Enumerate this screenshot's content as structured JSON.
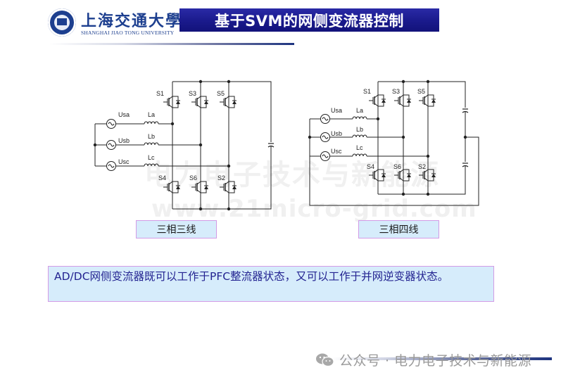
{
  "header": {
    "university_name_cn": "上海交通大學",
    "university_name_en": "SHANGHAI JIAO TONG UNIVERSITY",
    "title": "基于SVM的网侧变流器控制",
    "banner_color": "#1a1a8c"
  },
  "circuits": [
    {
      "id": "three-phase-three-wire",
      "caption": "三相三线",
      "sources": [
        "Usa",
        "Usb",
        "Usc"
      ],
      "inductors": [
        "La",
        "Lb",
        "Lc"
      ],
      "upper_switches": [
        "S1",
        "S3",
        "S5"
      ],
      "lower_switches": [
        "S4",
        "S6",
        "S2"
      ]
    },
    {
      "id": "three-phase-four-wire",
      "caption": "三相四线",
      "sources": [
        "Usa",
        "Usb",
        "Usc"
      ],
      "inductors": [
        "La",
        "Lb",
        "Lc"
      ],
      "upper_switches": [
        "S1",
        "S3",
        "S5"
      ],
      "lower_switches": [
        "S4",
        "S6",
        "S2"
      ]
    }
  ],
  "watermark": {
    "text_cn": "电力电子技术与新能源",
    "text_url": "www.21micro-grid.com"
  },
  "note": {
    "text": "AD/DC网侧变流器既可以工作于PFC整流器状态，又可以工作于并网逆变器状态。"
  },
  "footer": {
    "icon": "wechat-icon",
    "text": "公众号 · 电力电子技术与新能源"
  },
  "colors": {
    "caption_bg": "#d6ecfb",
    "caption_border": "#d29be6",
    "note_text": "#232391"
  }
}
